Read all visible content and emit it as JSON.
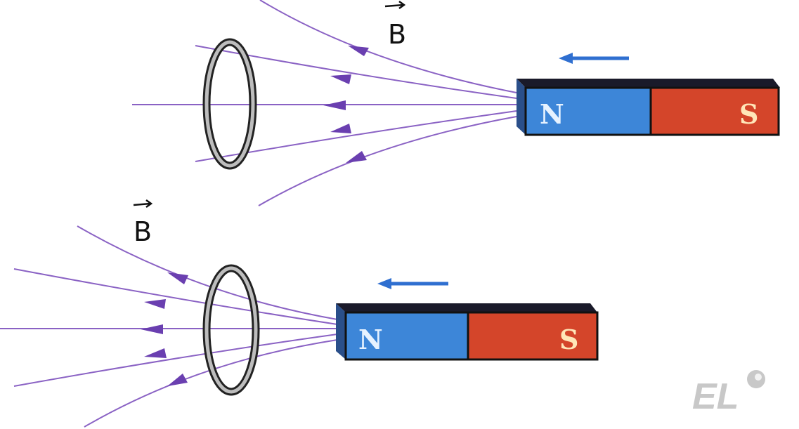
{
  "diagrams": [
    {
      "field_label": "B",
      "north_label": "N",
      "south_label": "S",
      "motion": "left"
    },
    {
      "field_label": "B",
      "north_label": "N",
      "south_label": "S",
      "motion": "left"
    }
  ],
  "watermark": "EL",
  "colors": {
    "north": "#3d86d8",
    "south": "#d4452a",
    "field_line": "#8a62c4",
    "motion_arrow": "#2f6fd0"
  }
}
